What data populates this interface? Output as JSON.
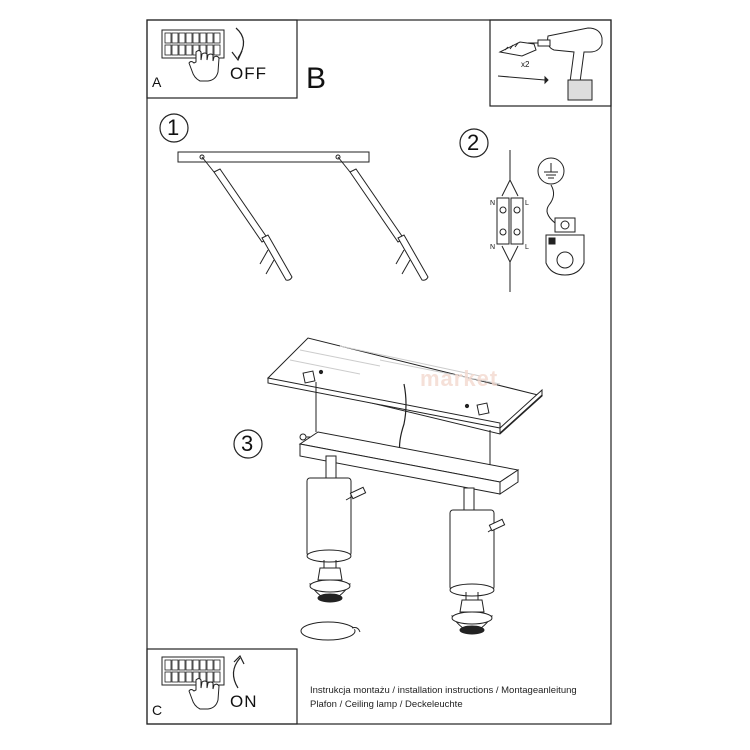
{
  "panels": {
    "a": {
      "label": "A",
      "switch_text": "OFF"
    },
    "b": {
      "label": "B",
      "count_text": "x2"
    },
    "c": {
      "label": "C",
      "switch_text": "ON"
    }
  },
  "steps": {
    "one": "1",
    "two": "2",
    "three": "3"
  },
  "terminal_labels": {
    "n_top": "N",
    "l_top": "L",
    "n_bottom": "N",
    "l_bottom": "L"
  },
  "watermark": {
    "tail": "market"
  },
  "caption": {
    "line1": "Instrukcja montażu / installation instructions / Montageanleitung",
    "line2": "Plafon / Ceiling lamp / Deckeleuchte"
  }
}
